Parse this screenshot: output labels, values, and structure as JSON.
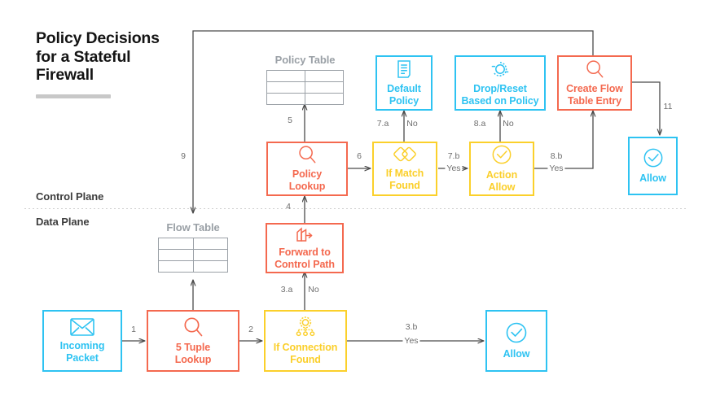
{
  "title": "Policy Decisions for a Stateful Firewall",
  "title_lines": [
    "Policy Decisions",
    "for a Stateful",
    "Firewall"
  ],
  "colors": {
    "blue": "#2ec3f2",
    "red": "#f4694f",
    "yellow": "#fbcf2a",
    "line": "#4a4a4a",
    "table_gray": "#9aa0a6",
    "text_dark": "#141414"
  },
  "planes": {
    "control": "Control Plane",
    "data": "Data Plane"
  },
  "tables": [
    {
      "id": "policy-table",
      "title": "Policy Table",
      "rows": 3,
      "cols": 2
    },
    {
      "id": "flow-table",
      "title": "Flow Table",
      "rows": 3,
      "cols": 2
    }
  ],
  "nodes": [
    {
      "id": "incoming-packet",
      "label": "Incoming Packet",
      "lines": [
        "Incoming",
        "Packet"
      ],
      "color": "blue",
      "icon": "envelope-icon"
    },
    {
      "id": "five-tuple-lookup",
      "label": "5 Tuple Lookup",
      "lines": [
        "5 Tuple",
        "Lookup"
      ],
      "color": "red",
      "icon": "magnifier-icon"
    },
    {
      "id": "if-connection-found",
      "label": "If Connection Found",
      "lines": [
        "If Connection",
        "Found"
      ],
      "color": "yellow",
      "icon": "gear-tree-icon"
    },
    {
      "id": "allow-data-plane",
      "label": "Allow",
      "lines": [
        "Allow"
      ],
      "color": "blue",
      "icon": "check-circle-icon"
    },
    {
      "id": "forward-to-control-path",
      "label": "Forward to Control Path",
      "lines": [
        "Forward to",
        "Control Path"
      ],
      "color": "red",
      "icon": "handoff-icon"
    },
    {
      "id": "policy-lookup",
      "label": "Policy Lookup",
      "lines": [
        "Policy",
        "Lookup"
      ],
      "color": "red",
      "icon": "magnifier-icon"
    },
    {
      "id": "if-match-found",
      "label": "If Match Found",
      "lines": [
        "If Match",
        "Found"
      ],
      "color": "yellow",
      "icon": "diamonds-icon"
    },
    {
      "id": "action-allow",
      "label": "Action Allow",
      "lines": [
        "Action",
        "Allow"
      ],
      "color": "yellow",
      "icon": "check-circle-icon"
    },
    {
      "id": "default-policy",
      "label": "Default Policy",
      "lines": [
        "Default",
        "Policy"
      ],
      "color": "blue",
      "icon": "document-icon"
    },
    {
      "id": "drop-reset-policy",
      "label": "Drop/Reset Based on Policy",
      "lines": [
        "Drop/Reset",
        "Based on Policy"
      ],
      "color": "blue",
      "icon": "reset-circle-icon"
    },
    {
      "id": "create-flow-table-entry",
      "label": "Create Flow Table Entry",
      "lines": [
        "Create Flow",
        "Table Entry"
      ],
      "color": "red",
      "icon": "magnifier-icon"
    },
    {
      "id": "allow-control-plane",
      "label": "Allow",
      "lines": [
        "Allow"
      ],
      "color": "blue",
      "icon": "check-circle-icon"
    }
  ],
  "edges": [
    {
      "id": "e1",
      "step": "1",
      "answer": "",
      "from": "incoming-packet",
      "to": "five-tuple-lookup"
    },
    {
      "id": "e2",
      "step": "2",
      "answer": "",
      "from": "five-tuple-lookup",
      "to": "if-connection-found"
    },
    {
      "id": "e3a",
      "step": "3.a",
      "answer": "No",
      "from": "if-connection-found",
      "to": "forward-to-control-path"
    },
    {
      "id": "e3b",
      "step": "3.b",
      "answer": "Yes",
      "from": "if-connection-found",
      "to": "allow-data-plane"
    },
    {
      "id": "e4",
      "step": "4",
      "answer": "",
      "from": "forward-to-control-path",
      "to": "policy-lookup"
    },
    {
      "id": "e5",
      "step": "5",
      "answer": "",
      "from": "policy-lookup",
      "to": "policy-table"
    },
    {
      "id": "e6",
      "step": "6",
      "answer": "",
      "from": "policy-lookup",
      "to": "if-match-found"
    },
    {
      "id": "e7a",
      "step": "7.a",
      "answer": "No",
      "from": "if-match-found",
      "to": "default-policy"
    },
    {
      "id": "e7b",
      "step": "7.b",
      "answer": "Yes",
      "from": "if-match-found",
      "to": "action-allow"
    },
    {
      "id": "e8a",
      "step": "8.a",
      "answer": "No",
      "from": "action-allow",
      "to": "drop-reset-policy"
    },
    {
      "id": "e8b",
      "step": "8.b",
      "answer": "Yes",
      "from": "action-allow",
      "to": "create-flow-table-entry"
    },
    {
      "id": "e9",
      "step": "9",
      "answer": "",
      "from": "create-flow-table-entry",
      "to": "flow-table"
    },
    {
      "id": "e11",
      "step": "11",
      "answer": "",
      "from": "create-flow-table-entry",
      "to": "allow-control-plane"
    }
  ]
}
